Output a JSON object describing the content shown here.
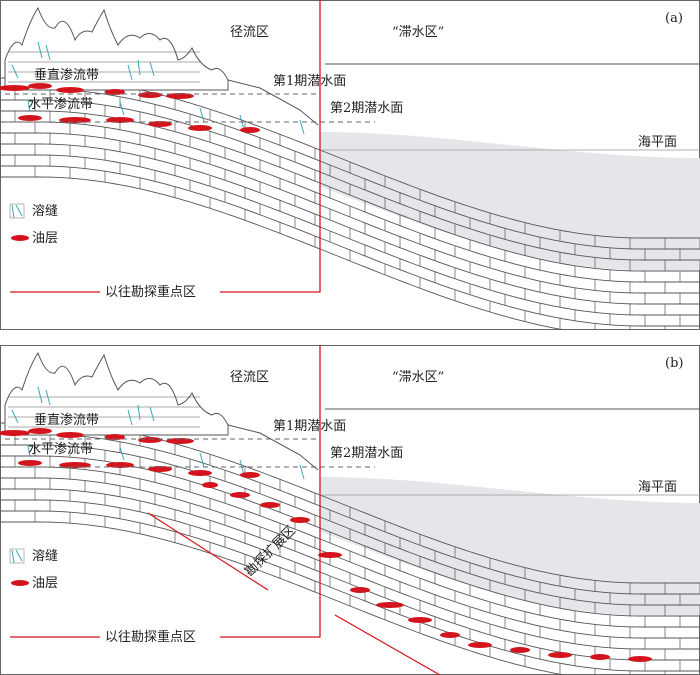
{
  "panels": [
    {
      "id": "a",
      "tag": "(a)",
      "runoff_zone": "径流区",
      "stagnant_zone": "“滞水区”",
      "water_table_1": "第1期潜水面",
      "water_table_2": "第2期潜水面",
      "vertical_zone": "垂直渗流带",
      "horizontal_zone": "水平渗流带",
      "sea_level": "海平面",
      "legend_fracture": "溶缝",
      "legend_oil": "油层",
      "prev_zone": "以往勘探重点区"
    },
    {
      "id": "b",
      "tag": "(b)",
      "runoff_zone": "径流区",
      "stagnant_zone": "“滞水区”",
      "water_table_1": "第1期潜水面",
      "water_table_2": "第2期潜水面",
      "vertical_zone": "垂直渗流带",
      "horizontal_zone": "水平渗流带",
      "sea_level": "海平面",
      "legend_fracture": "溶缝",
      "legend_oil": "油层",
      "prev_zone": "以往勘探重点区",
      "expansion_zone": "勘探扩展区"
    }
  ],
  "colors": {
    "line": "#555555",
    "oil": "#d4141c",
    "fracture": "#3aa9b5",
    "sea": "#e6e6ea",
    "divider": "#d4141c",
    "dashed": "#666666"
  }
}
